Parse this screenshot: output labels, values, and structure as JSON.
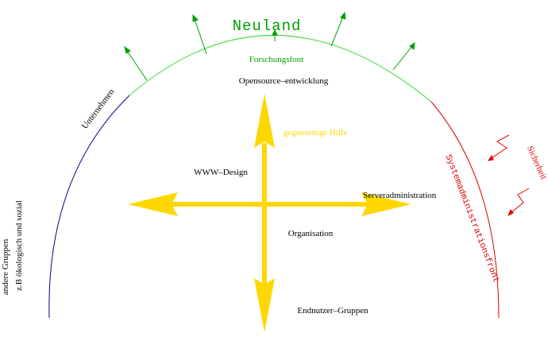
{
  "title": "Neuland",
  "labels": {
    "forschungsfront": "Forschungsfont",
    "opensource": "Opensource–entwicklung",
    "unternehmen": "Unternehmen",
    "gegenseitige_hilfe": "gegenseitige Hilfe",
    "www_design": "WWW–Design",
    "serveradministration": "Serveradministration",
    "organisation": "Organisation",
    "endnutzer": "Endnutzer–Gruppen",
    "systemadministrationsfront": "Systemadministrationsfront",
    "sicherheit": "Sicherheit",
    "andere_gruppen_line1": "andere Gruppen",
    "andere_gruppen_line2": "z.B ökologisch und sozial"
  },
  "colors": {
    "green": "#00a000",
    "light_green": "#33dd33",
    "blue": "#00008b",
    "red": "#dd0000",
    "yellow": "#ffd700",
    "text": "#000000"
  }
}
